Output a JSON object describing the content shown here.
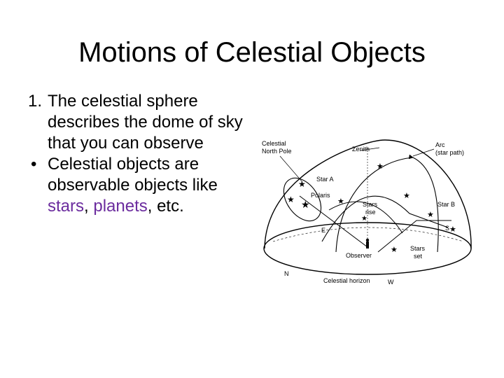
{
  "slide": {
    "title": "Motions of Celestial Objects",
    "items": [
      {
        "marker": "1.",
        "text": "The celestial sphere describes the dome of sky that you can observe"
      },
      {
        "marker": "•",
        "text_before": "Celestial objects are observable objects like ",
        "highlight_1": "stars",
        "sep": ", ",
        "highlight_2": "planets",
        "text_after": ", etc."
      }
    ],
    "highlight_color": "#6b2c9e"
  },
  "diagram": {
    "labels": {
      "celestial_north_pole_line1": "Celestial",
      "celestial_north_pole_line2": "North Pole",
      "zenith": "Zenith",
      "arc_line1": "Arc",
      "arc_line2": "(star path)",
      "star_a": "Star A",
      "polaris": "Polaris",
      "stars_rise_line1": "Stars",
      "stars_rise_line2": "rise",
      "star_b": "Star B",
      "e": "E",
      "s": "S",
      "observer": "Observer",
      "stars_set_line1": "Stars",
      "stars_set_line2": "set",
      "n": "N",
      "celestial_horizon": "Celestial horizon",
      "w": "W"
    }
  }
}
